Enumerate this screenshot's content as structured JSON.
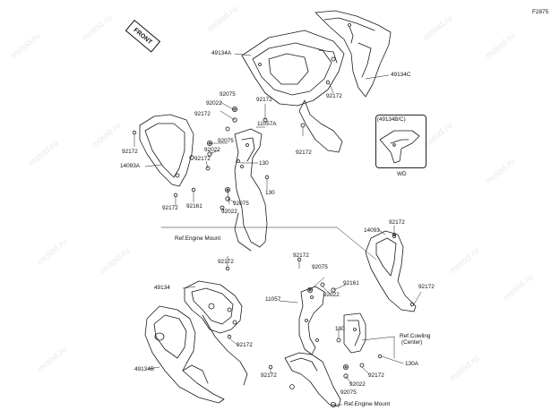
{
  "figure_code": "F2875",
  "front_badge": "FRONT",
  "watermark": "motod.ru",
  "inset_title": "(49134B/C)",
  "inset_caption": "WD",
  "labels": {
    "49134A": "49134A",
    "49134C": "49134C",
    "92075_a": "92075",
    "92022_a": "92022",
    "92172_a": "92172",
    "92172_b": "92172",
    "92172_c": "92172",
    "11057A": "11057A",
    "92172_d": "92172",
    "14093A": "14093A",
    "92075_b": "92075",
    "92022_b": "92022",
    "92172_e": "92172",
    "130_a": "130",
    "92172_f": "92172",
    "130_b": "130",
    "92172_g": "92172",
    "92161_a": "92161",
    "92022_c": "92022",
    "92075_c": "92075",
    "ref_engine_mount_a": "Ref.Engine Mount",
    "92172_h": "92172",
    "14093": "14093",
    "92172_i": "92172",
    "92172_j": "92172",
    "92075_d": "92075",
    "49134": "49134",
    "92161_b": "92161",
    "11057": "11057",
    "92022_d": "92022",
    "92172_k": "92172",
    "ref_cowling_1": "Ref.Cowling",
    "ref_cowling_2": "(Center)",
    "130_c": "130",
    "92172_l": "92172",
    "49134B": "49134B",
    "130A": "130A",
    "92172_m": "92172",
    "92172_n": "92172",
    "92022_e": "92022",
    "92075_e": "92075",
    "ref_engine_mount_b": "Ref.Engine Mount"
  }
}
